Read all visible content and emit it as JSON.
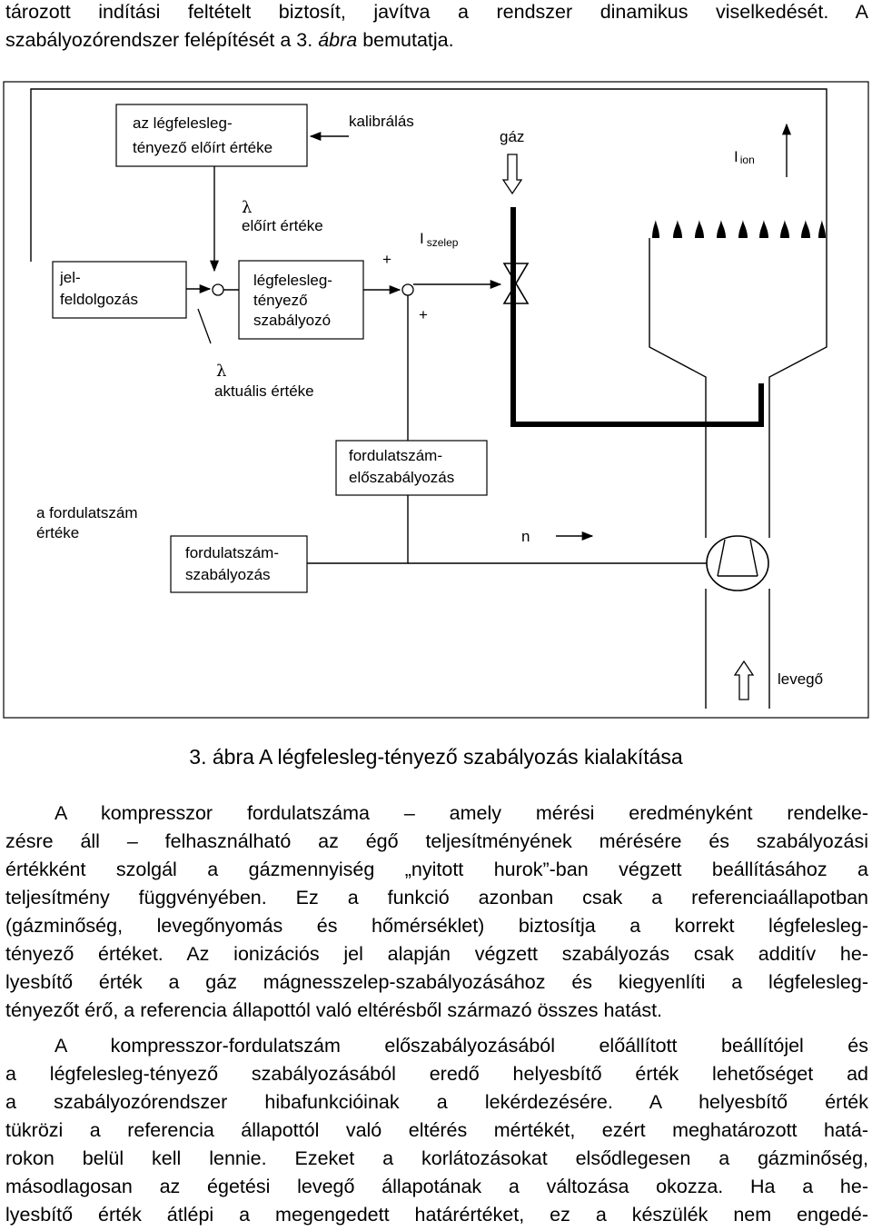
{
  "intro": {
    "line1": "tározott indítási feltételt biztosít, javítva a rendszer dinamikus viselkedését. A",
    "line2_a": "szabályozórendszer felépítését a 3. ",
    "line2_em": "ábra",
    "line2_b": " bemutatja."
  },
  "diagram": {
    "box_setpoint": [
      "az légfelesleg-",
      "tényező előírt értéke"
    ],
    "calibration": "kalibrálás",
    "gas": "gáz",
    "ion_main": "I",
    "ion_sub": "ion",
    "lambda_symbol": "λ",
    "lambda_setpoint": "előírt értéke",
    "plus_top": "+",
    "plus_bottom": "+",
    "valve_main": "I",
    "valve_sub": "szelep",
    "box_signal": [
      "jel-",
      "feldolgozás"
    ],
    "box_controller": [
      "légfelesleg-",
      "tényező",
      "szabályozó"
    ],
    "lambda_actual": "aktuális értéke",
    "box_prespeed": [
      "fordulatszám-",
      "előszabályozás"
    ],
    "speed_value": [
      "a fordulatszám",
      "értéke"
    ],
    "box_speedctrl": [
      "fordulatszám-",
      "szabályozás"
    ],
    "n_label": "n",
    "air": "levegő"
  },
  "caption": "3. ábra A légfelesleg-tényező szabályozás kialakítása",
  "para1": [
    "A kompresszor fordulatszáma – amely mérési eredményként rendelke-",
    "zésre áll – felhasználható az égő teljesítményének mérésére és szabályozási",
    "értékként szolgál a gázmennyiség „nyitott hurok”-ban végzett beállításához a",
    "teljesítmény függvényében. Ez a funkció azonban csak a referenciaállapotban",
    "(gázminőség, levegőnyomás és hőmérséklet) biztosítja a korrekt légfelesleg-",
    "tényező értéket. Az ionizációs jel alapján végzett szabályozás csak additív he-",
    "lyesbítő érték a gáz mágnesszelep-szabályozásához és kiegyenlíti a légfelesleg-",
    "tényezőt érő, a referencia állapottól való eltérésből származó összes hatást."
  ],
  "para2": [
    "A kompresszor-fordulatszám előszabályozásából előállított beállítójel és",
    "a légfelesleg-tényező szabályozásából eredő helyesbítő érték lehetőséget ad",
    "a szabályozórendszer hibafunkcióinak a lekérdezésére. A helyesbítő érték",
    "tükrözi a referencia állapottól való eltérés mértékét, ezért meghatározott hatá-",
    "rokon belül kell lennie. Ezeket a korlátozásokat elsődlegesen a gázminőség,",
    "másodlagosan az égetési levegő állapotának a változása okozza. Ha a he-",
    "lyesbítő érték átlépi a megengedett határértéket, ez a készülék nem engedé-"
  ]
}
